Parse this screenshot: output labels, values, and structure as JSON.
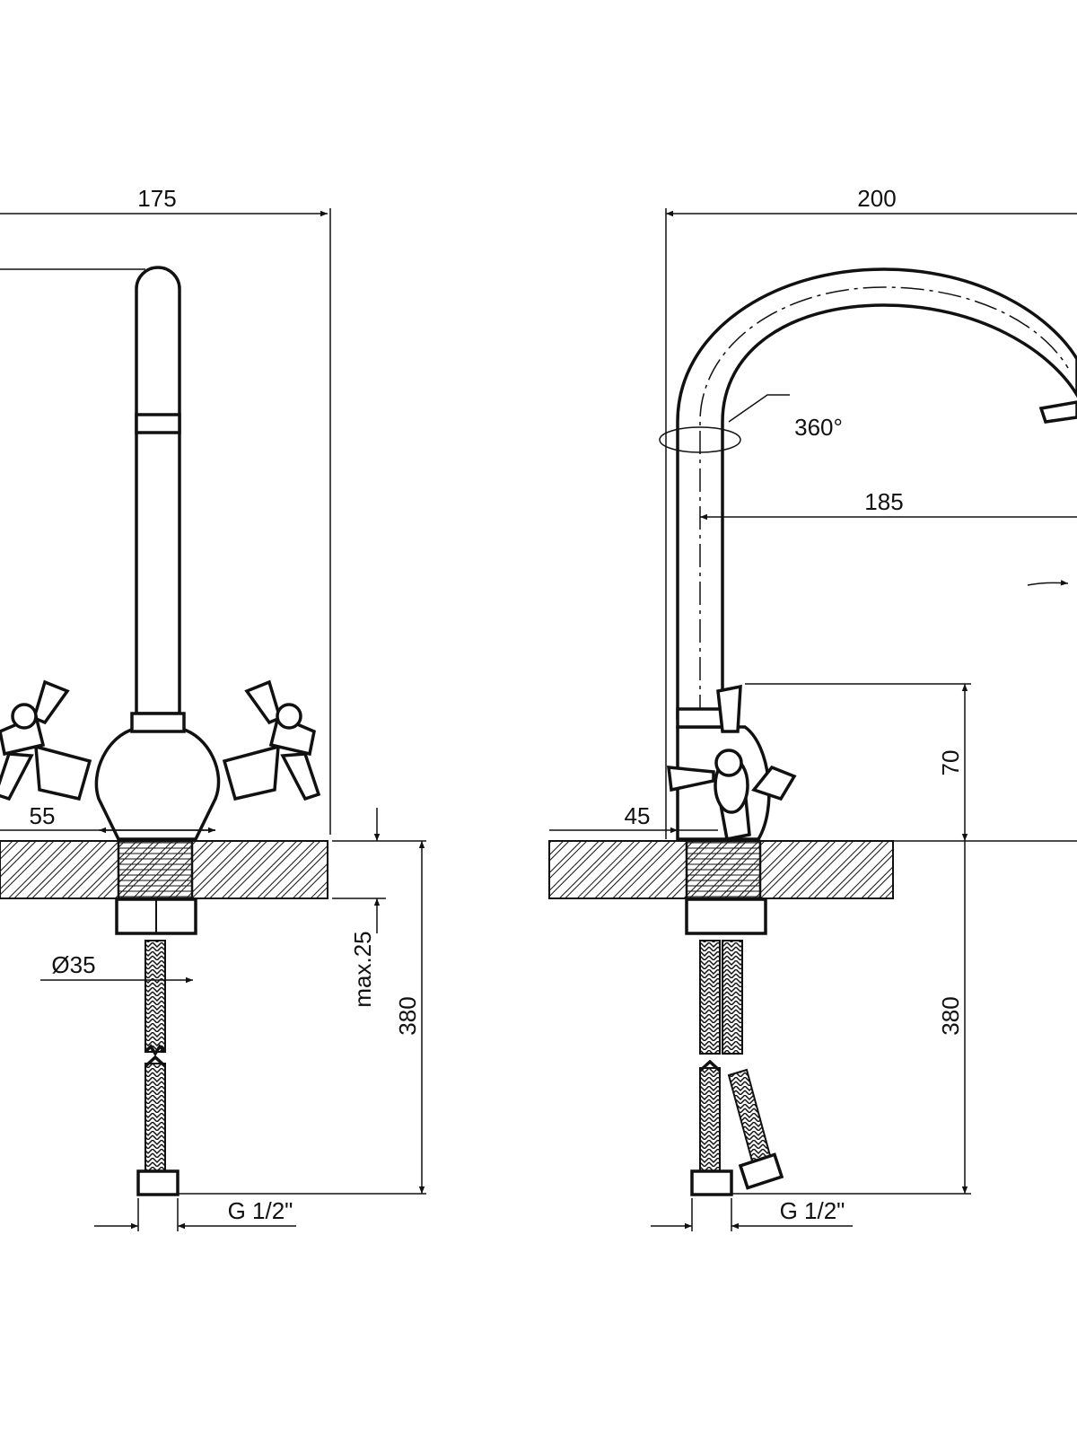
{
  "drawing": {
    "front_view": {
      "width_label": "175",
      "handle_offset_label": "55",
      "hole_diameter_label": "Ø35",
      "max_thickness_label": "max.25",
      "hose_length_label": "380",
      "thread_label": "G 1/2\""
    },
    "side_view": {
      "width_label": "200",
      "rotation_label": "360°",
      "reach_label": "185",
      "spout_height_label": "70",
      "handle_offset_label": "45",
      "hose_length_label": "380",
      "thread_label": "G 1/2\""
    }
  }
}
